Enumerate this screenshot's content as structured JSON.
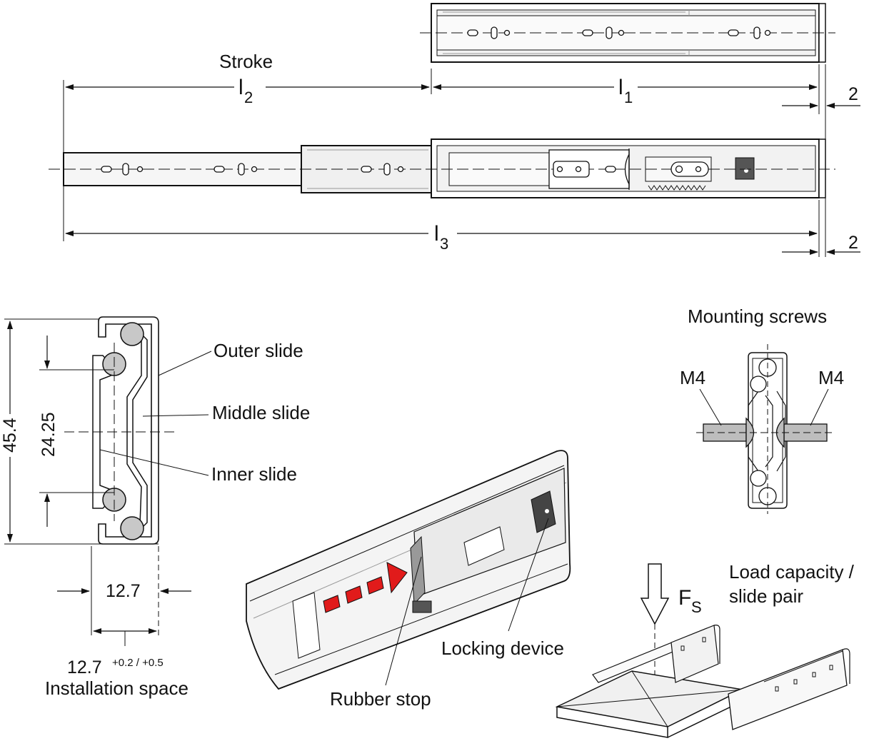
{
  "labels": {
    "stroke": "Stroke",
    "l2_main": "l",
    "l2_sub": "2",
    "l1_main": "l",
    "l1_sub": "1",
    "l3_main": "l",
    "l3_sub": "3",
    "two_top": "2",
    "two_bottom": "2",
    "outer_slide": "Outer slide",
    "middle_slide": "Middle slide",
    "inner_slide": "Inner slide",
    "height": "45.4",
    "pitch": "24.25",
    "width": "12.7",
    "install_value": "12.7",
    "install_tolerance": "+0.2 / +0.5",
    "install_label": "Installation space",
    "mounting_screws": "Mounting screws",
    "m4_left": "M4",
    "m4_right": "M4",
    "locking_device": "Locking device",
    "rubber_stop": "Rubber stop",
    "load_line1": "Load capacity /",
    "load_line2": "slide pair",
    "force_main": "F",
    "force_sub": "S"
  },
  "colors": {
    "line": "#111111",
    "fill_light": "#f2f2f2",
    "fill_mid": "#e2e2e2",
    "ball": "#c8c8c8",
    "screw": "#bdbdbd",
    "dark_block": "#555555",
    "arrow_red": "#e11b1b"
  }
}
